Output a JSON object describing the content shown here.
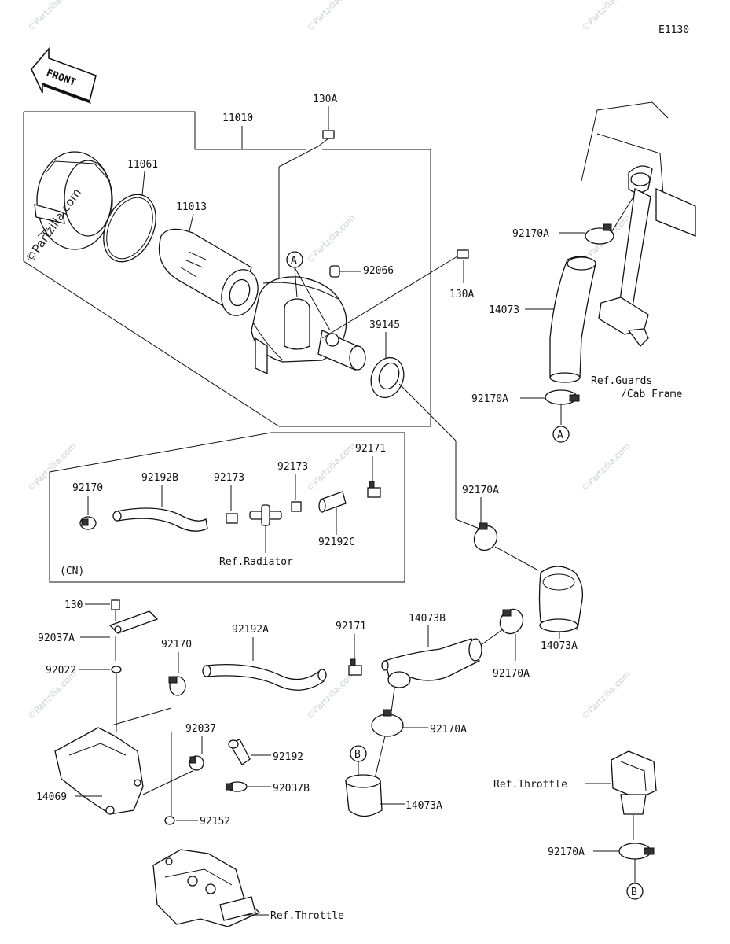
{
  "figure_code": "E1130",
  "front_label": "FRONT",
  "watermark": "©Partzilla.com",
  "labels": {
    "p11010": "11010",
    "p130A_top": "130A",
    "p11061": "11061",
    "p11013": "11013",
    "p92066": "92066",
    "p130A_right": "130A",
    "p39145": "39145",
    "p92170A_1": "92170A",
    "p14073": "14073",
    "ref_guards": "Ref.Guards",
    "cab_frame": "/Cab Frame",
    "p92170A_2": "92170A",
    "p92170": "92170",
    "p92192B": "92192B",
    "p92173_1": "92173",
    "p92173_2": "92173",
    "p92171_1": "92171",
    "p92192C": "92192C",
    "ref_radiator": "Ref.Radiator",
    "cn": "(CN)",
    "p92170A_3": "92170A",
    "p130": "130",
    "p92037A": "92037A",
    "p92022": "92022",
    "p92170_2": "92170",
    "p92192A": "92192A",
    "p92171_2": "92171",
    "p14073B": "14073B",
    "p14073A_1": "14073A",
    "p92170A_4": "92170A",
    "p92037": "92037",
    "p92192": "92192",
    "p92170A_5": "92170A",
    "p14069": "14069",
    "p92037B": "92037B",
    "p14073A_2": "14073A",
    "p92152": "92152",
    "ref_throttle_1": "Ref.Throttle",
    "ref_throttle_2": "Ref.Throttle",
    "p92170A_6": "92170A"
  },
  "markers": {
    "a1": "A",
    "a2": "A",
    "b1": "B",
    "b2": "B"
  }
}
